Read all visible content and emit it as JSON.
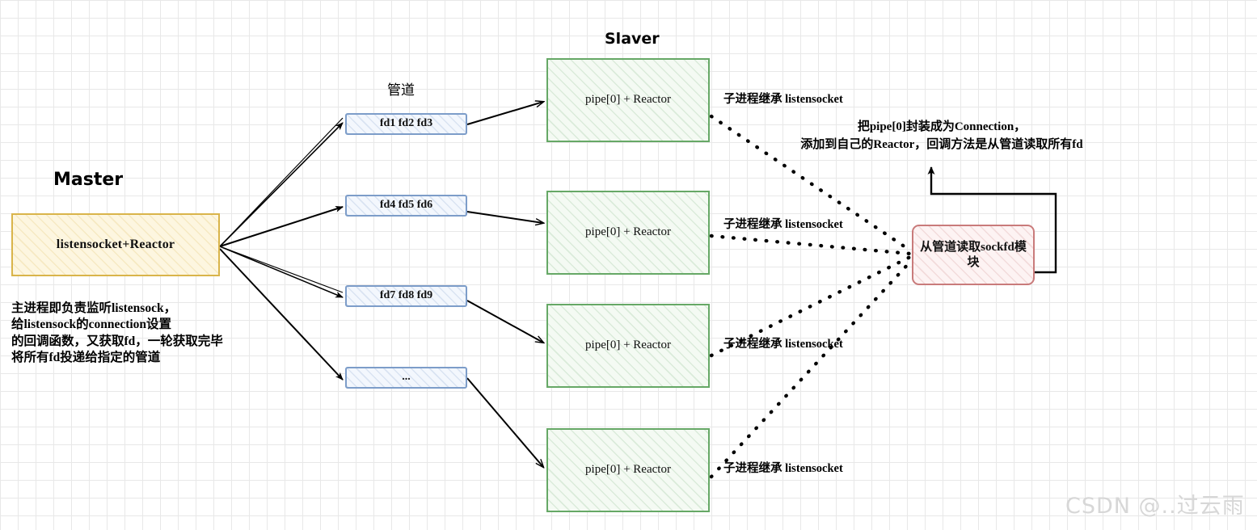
{
  "diagram": {
    "headings": {
      "master": "Master",
      "pipe": "管道",
      "slaver": "Slaver"
    },
    "master_node": {
      "label": "listensocket+Reactor"
    },
    "master_note": "主进程即负责监听listensock，\n给listensock的connection设置\n的回调函数，又获取fd，一轮获取完毕\n将所有fd投递给指定的管道",
    "pipes": [
      {
        "label": "fd1 fd2 fd3"
      },
      {
        "label": "fd4 fd5 fd6"
      },
      {
        "label": "fd7 fd8 fd9"
      },
      {
        "label": "..."
      }
    ],
    "slavers": [
      {
        "label": "pipe[0] + Reactor",
        "inherit_note": "子进程继承 listensocket"
      },
      {
        "label": "pipe[0] + Reactor",
        "inherit_note": "子进程继承 listensocket"
      },
      {
        "label": "pipe[0] + Reactor",
        "inherit_note": "子进程继承 listensocket"
      },
      {
        "label": "pipe[0] + Reactor",
        "inherit_note": "子进程继承 listensocket"
      }
    ],
    "module_node": {
      "label": "从管道读取sockfd模块"
    },
    "wrap_note": "把pipe[0]封装成为Connection，\n添加到自己的Reactor，回调方法是从管道读取所有fd",
    "watermark": "CSDN @..过云雨",
    "colors": {
      "master_border": "#d9b44a",
      "pipe_border": "#7d9dc9",
      "slaver_border": "#66a866",
      "module_border": "#c97b7b",
      "arrow": "#000000",
      "grid": "#e8e8e8"
    }
  }
}
